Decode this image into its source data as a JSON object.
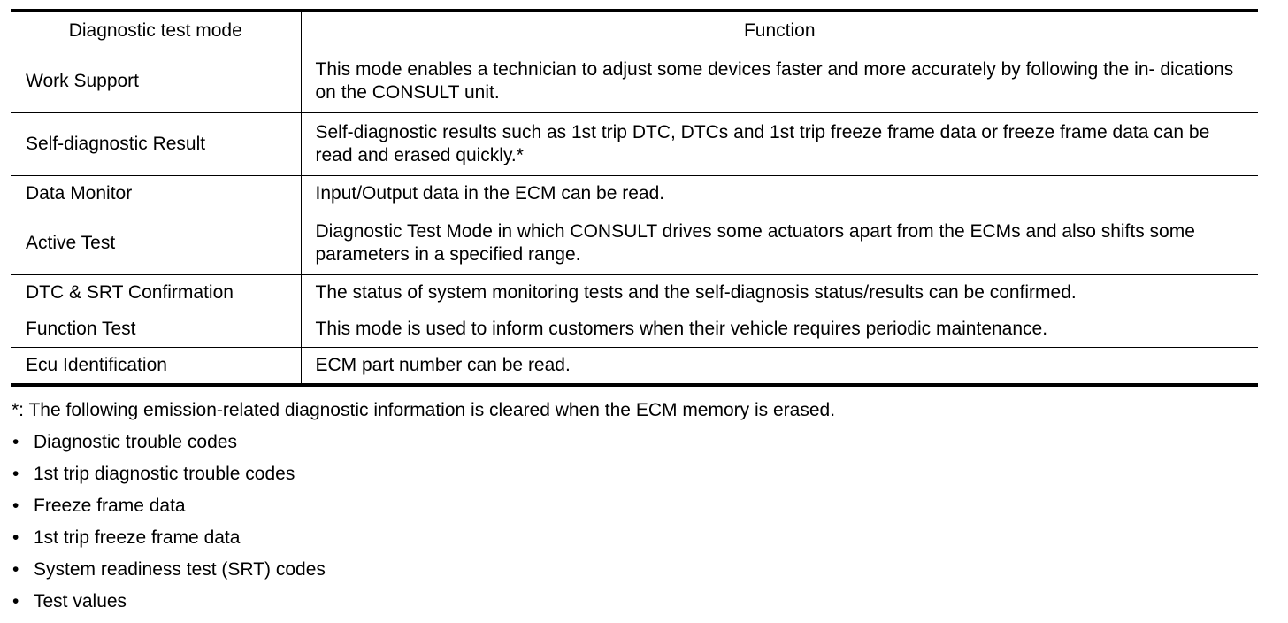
{
  "table": {
    "headers": [
      "Diagnostic test mode",
      "Function"
    ],
    "rows": [
      {
        "mode": "Work Support",
        "function": "This mode enables a technician to adjust some devices faster and more accurately by following the in- dications on the CONSULT unit."
      },
      {
        "mode": "Self-diagnostic Result",
        "function": "Self-diagnostic results such as 1st trip DTC, DTCs and 1st trip freeze frame data or freeze frame data can be read and erased quickly.*"
      },
      {
        "mode": "Data Monitor",
        "function": "Input/Output data in the ECM can be read."
      },
      {
        "mode": "Active Test",
        "function": "Diagnostic Test Mode in which CONSULT drives some actuators apart from the ECMs and also shifts some parameters in a specified range."
      },
      {
        "mode": "DTC & SRT Confirmation",
        "function": "The status of system monitoring tests and the self-diagnosis status/results can be confirmed."
      },
      {
        "mode": "Function Test",
        "function": "This mode is used to inform customers when their vehicle requires periodic maintenance."
      },
      {
        "mode": "Ecu Identification",
        "function": "ECM part number can be read."
      }
    ]
  },
  "footnote": {
    "text": "*: The following emission-related diagnostic information is cleared when the ECM memory is erased.",
    "bullet_glyph": "•",
    "items": [
      "Diagnostic trouble codes",
      "1st trip diagnostic trouble codes",
      "Freeze frame data",
      "1st trip freeze frame data",
      "System readiness test (SRT) codes",
      "Test values"
    ]
  }
}
